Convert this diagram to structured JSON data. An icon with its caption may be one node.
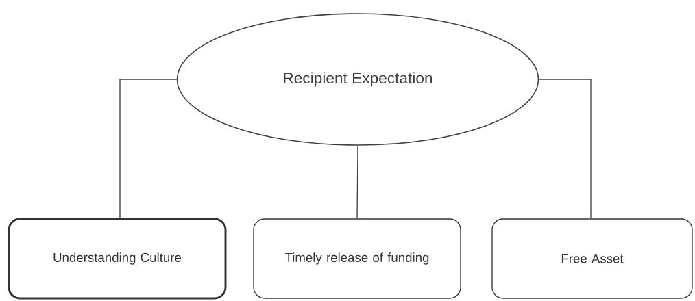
{
  "diagram": {
    "nodes": [
      {
        "text": [
          "Recipient Expectation"
        ]
      },
      {
        "text": [
          "Understanding Culture"
        ]
      },
      {
        "text": [
          "Timely release of funding"
        ]
      },
      {
        "text": [
          "Free Asset"
        ]
      }
    ],
    "edges": [
      {
        "from": 0,
        "to": 1,
        "arrow": "none"
      },
      {
        "from": 0,
        "to": 2,
        "arrow": "none"
      },
      {
        "from": 0,
        "to": 3,
        "arrow": "none"
      }
    ]
  }
}
